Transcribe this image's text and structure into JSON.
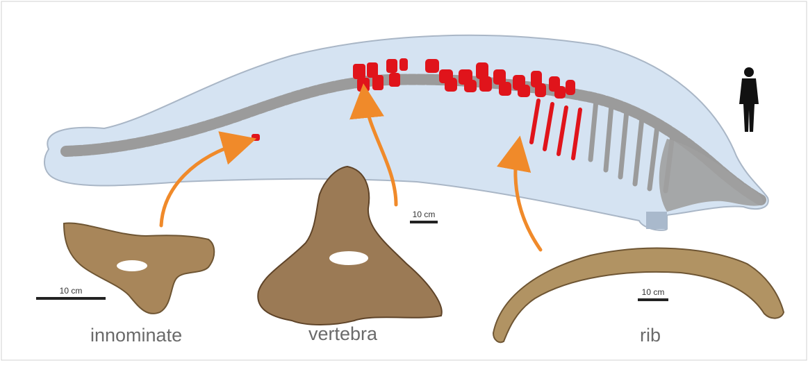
{
  "labels": {
    "innominate": "innominate",
    "vertebra": "vertebra",
    "rib": "rib"
  },
  "scale_bars": {
    "innominate": "10 cm",
    "vertebra": "10 cm",
    "rib": "10 cm"
  },
  "colors": {
    "body_fill": "#d5e3f2",
    "body_stroke": "#a9b6c6",
    "skeleton": "#9b9b9b",
    "highlight_bones": "#e0141b",
    "arrow": "#f08a2a",
    "bone_specimen": "#a8865a",
    "human_silhouette": "#111111"
  },
  "icons": [
    "human-silhouette-icon"
  ]
}
